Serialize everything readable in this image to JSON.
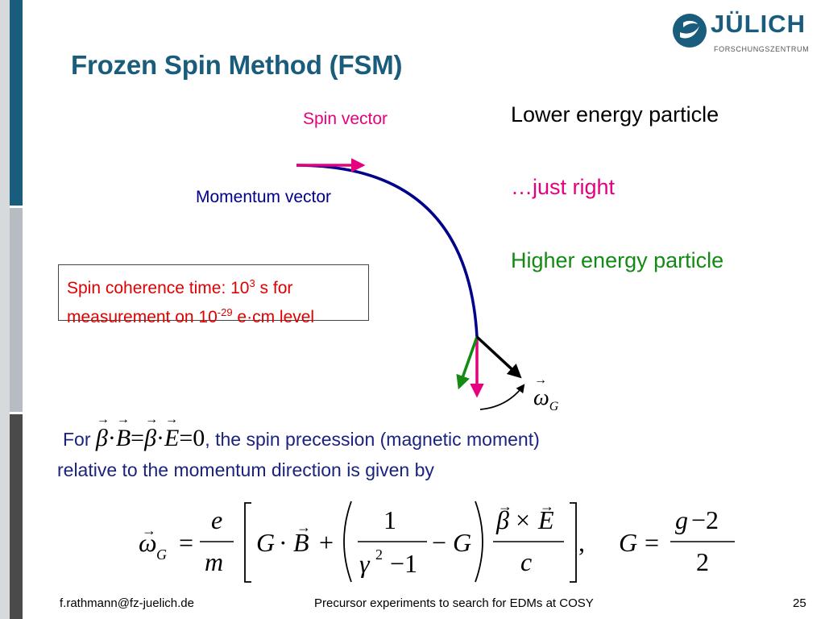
{
  "slide": {
    "title": "Frozen Spin Method (FSM)",
    "footer": {
      "email": "f.rathmann@fz-juelich.de",
      "talk": "Precursor experiments to search for EDMs at COSY",
      "page": "25"
    }
  },
  "logo": {
    "name": "JÜLICH",
    "subtitle": "FORSCHUNGSZENTRUM"
  },
  "diagram": {
    "spin_label": "Spin vector",
    "momentum_label": "Momentum vector",
    "omega_symbol": "ω",
    "omega_sub": "G",
    "legend": {
      "lower": "Lower energy particle",
      "right": "…just right",
      "higher": "Higher energy particle"
    }
  },
  "coherence": {
    "line1_pre": "Spin coherence time: 10",
    "line1_exp": "3",
    "line1_post": " s for",
    "line2_pre": "measurement on 10",
    "line2_exp": "-29",
    "line2_post": " e·cm level"
  },
  "text": {
    "for_word": "For",
    "for_rest": ", the spin precession (magnetic moment)",
    "relative": "relative to the momentum direction is given by"
  },
  "colors": {
    "title": "#1a5c7c",
    "spin": "#e6007e",
    "momentum": "#00008b",
    "higher": "#138a13",
    "coherence": "#e00000",
    "sidebar_dark": "#1a5c7c",
    "sidebar_gray": "#b6bcc2",
    "sidebar_black": "#4a4a4a"
  }
}
